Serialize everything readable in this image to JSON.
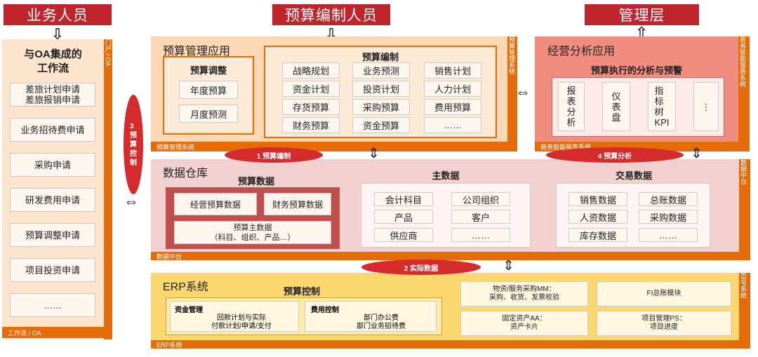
{
  "banners": {
    "business": "业务人员",
    "budget": "预算编制人员",
    "mgmt": "管理层"
  },
  "workflow": {
    "title": "与OA集成的\n工作流",
    "items": [
      "差旅计划申请\n差旅报销申请",
      "业务招待费申请",
      "采购申请",
      "研发费用申请",
      "预算调整申请",
      "项目投资申请",
      "……"
    ],
    "side_label": "门户 / OA",
    "foot_label": "工作流 / OA"
  },
  "budget_app": {
    "title": "预算管理应用",
    "adjust_title": "预算调整",
    "adjust_items": [
      "年度预算",
      "月度预测"
    ],
    "compile_title": "预算编制",
    "compile_items": [
      "战略规划",
      "业务预测",
      "销售计划",
      "资金计划",
      "投资计划",
      "人力计划",
      "存货预算",
      "采购预算",
      "费用预算",
      "财务预算",
      "资金预算",
      "……"
    ],
    "side_label": "预算管理系统",
    "foot_label": "预算管理系统"
  },
  "analysis_app": {
    "title": "经营分析应用",
    "sub_title": "预算执行的分析与预警",
    "items": [
      "报\n表\n分\n析",
      "仪\n表\n盘",
      "指\n标\n树\nKPI",
      "⋮"
    ],
    "side_label": "商务智能报表系统",
    "foot_label": "商务智能报表系统"
  },
  "warehouse": {
    "title": "数据仓库",
    "budget_data_title": "预算数据",
    "budget_data": [
      "经营预算数据",
      "财务预算数据",
      "预算主数据\n（科目、组织、产品…）"
    ],
    "master_title": "主数据",
    "master_items": [
      "会计科目",
      "公司组织",
      "产品",
      "客户",
      "供应商",
      "……"
    ],
    "trans_title": "交易数据",
    "trans_items": [
      "销售数据",
      "总账数据",
      "人资数据",
      "采购数据",
      "库存数据",
      "……"
    ],
    "side_label": "数据中台",
    "foot_label": "数据中台"
  },
  "erp": {
    "title": "ERP系统",
    "control_title": "预算控制",
    "fund_title": "资金管理",
    "fund_text": "回款计划与实际\n付款计划/申请/支付",
    "cost_title": "费用控制",
    "cost_text": "部门办公费\n部门业务招待费",
    "modules": [
      "物资/服务采购MM：\n采购、收货、发票校验",
      "FI总账模块",
      "固定资产AA：\n资产卡片",
      "项目管理PS：\n项目进度"
    ],
    "side_label": "ERP系统",
    "foot_label": "ERP系统"
  },
  "flows": {
    "f1": "1 预算编制",
    "f2": "2 实际数据",
    "f3": "3\n预\n算\n控\n制",
    "f4": "4 预算分析"
  },
  "colors": {
    "red": "#c0242c",
    "orange": "#e46c0a",
    "peach": "#fbd7b4",
    "salmon": "#f08d7e",
    "pink": "#f2d0d0",
    "yellow": "#fcd770"
  }
}
